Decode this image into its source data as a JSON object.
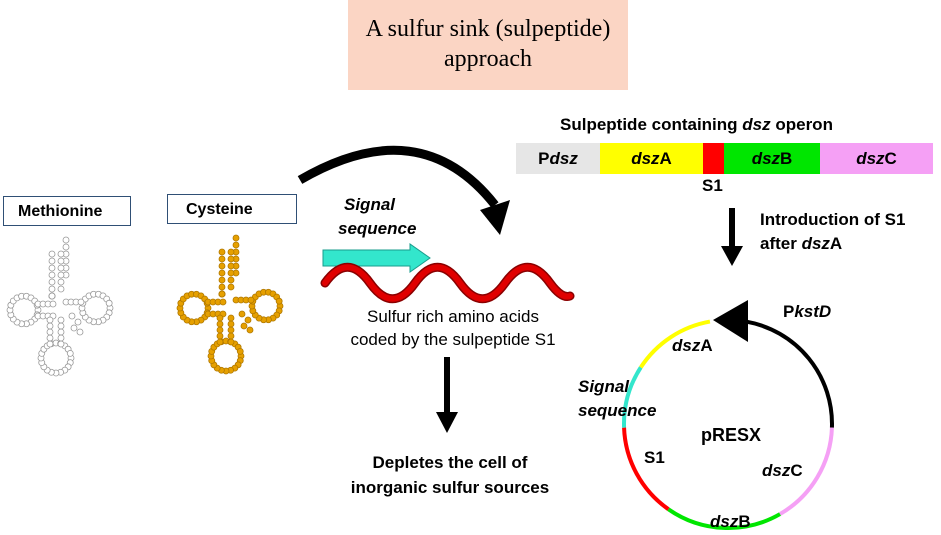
{
  "title": {
    "line1": "A sulfur sink (sulpeptide)",
    "line2": "approach"
  },
  "operon": {
    "heading_prefix": "Sulpeptide containing ",
    "heading_italic": "dsz",
    "heading_suffix": " operon",
    "segments": [
      {
        "pre": "P",
        "it": "dsz",
        "post": "",
        "color": "#e6e6e6"
      },
      {
        "pre": "",
        "it": "dsz",
        "post": "A",
        "color": "#ffff00"
      },
      {
        "pre": "",
        "it": "",
        "post": "",
        "color": "#ff0000"
      },
      {
        "pre": "",
        "it": "dsz",
        "post": "B",
        "color": "#00e600"
      },
      {
        "pre": "",
        "it": "dsz",
        "post": "C",
        "color": "#f5a0f5"
      }
    ],
    "s1_label": "S1",
    "intro_line1": "Introduction of S1",
    "intro_line2_prefix": "after ",
    "intro_line2_italic": "dsz",
    "intro_line2_suffix": "A"
  },
  "trna": [
    {
      "label": "Methionine",
      "color": "#c8c8c8"
    },
    {
      "label": "Cysteine",
      "color": "#e6a000"
    }
  ],
  "signal": {
    "line1": "Signal",
    "line2": "sequence",
    "arrow_color": "#33e6cc",
    "helix_color": "#e00000"
  },
  "sulfur_text": {
    "line1": "Sulfur rich amino acids",
    "line2": "coded by the sulpeptide S1"
  },
  "deplete": {
    "line1": "Depletes the cell of",
    "line2": "inorganic sulfur sources"
  },
  "plasmid": {
    "name": "pRESX",
    "promoter_prefix": "P",
    "promoter_italic": "kstD",
    "dszA": "A",
    "dszB": "B",
    "dszC": "C",
    "dsz": "dsz",
    "signal1": "Signal",
    "signal2": "sequence",
    "s1": "S1"
  }
}
